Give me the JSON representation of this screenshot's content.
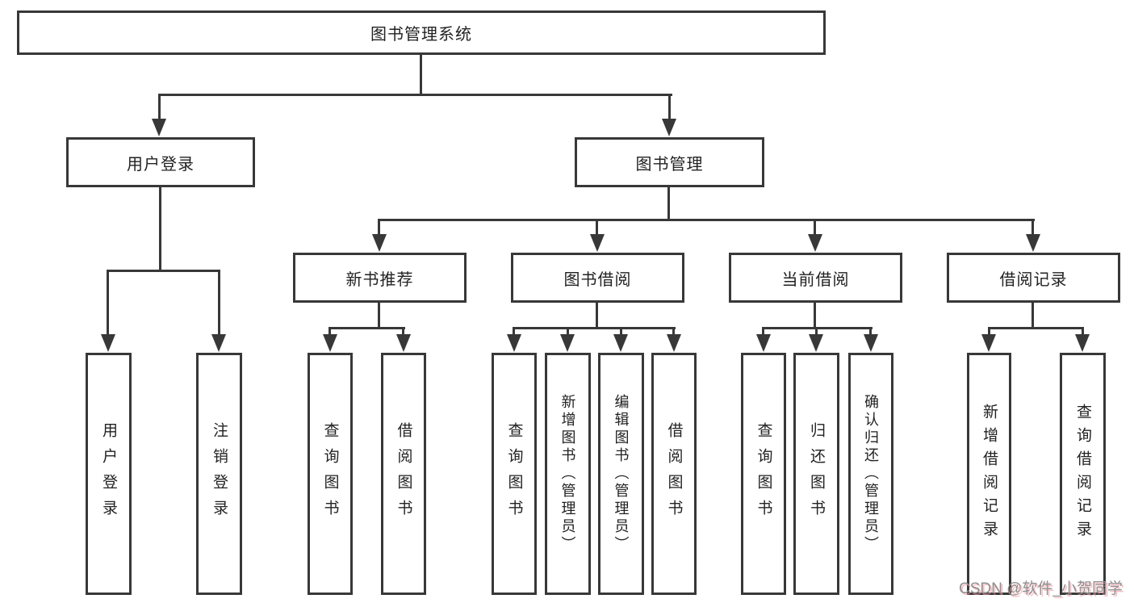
{
  "diagram": {
    "root": {
      "label": "图书管理系统"
    },
    "branches": {
      "login": {
        "label": "用户登录",
        "children": [
          {
            "label": "用户登录"
          },
          {
            "label": "注销登录"
          }
        ]
      },
      "management": {
        "label": "图书管理",
        "modules": [
          {
            "label": "新书推荐",
            "children": [
              {
                "label": "查询图书"
              },
              {
                "label": "借阅图书"
              }
            ]
          },
          {
            "label": "图书借阅",
            "children": [
              {
                "label": "查询图书"
              },
              {
                "label": "新增图书（管理员）"
              },
              {
                "label": "编辑图书（管理员）"
              },
              {
                "label": "借阅图书"
              }
            ]
          },
          {
            "label": "当前借阅",
            "children": [
              {
                "label": "查询图书"
              },
              {
                "label": "归还图书"
              },
              {
                "label": "确认归还（管理员）"
              }
            ]
          },
          {
            "label": "借阅记录",
            "children": [
              {
                "label": "新增借阅记录"
              },
              {
                "label": "查询借阅记录"
              }
            ]
          }
        ]
      }
    },
    "watermark": "CSDN @软件_小贺同学"
  },
  "colors": {
    "line": "#383838",
    "text": "#222222",
    "watermark": "#8f8f8f",
    "watermark_shadow": "rgba(242,150,160,0.6)"
  }
}
